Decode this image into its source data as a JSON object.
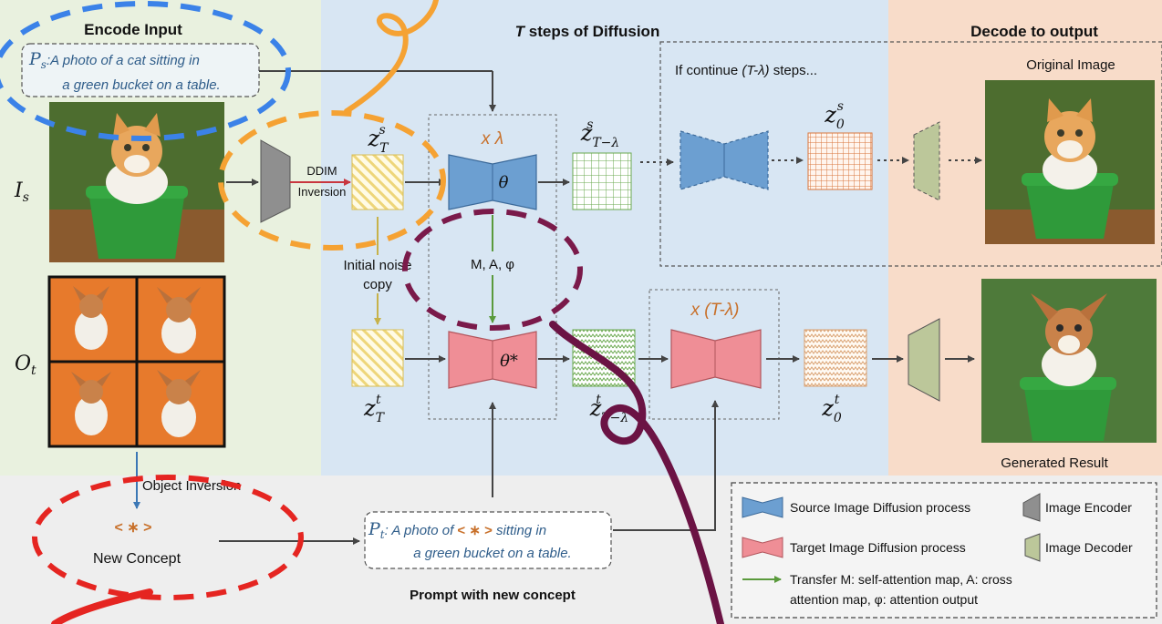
{
  "sections": {
    "encode": "Encode Input",
    "diffusion_T": "T",
    "diffusion_rest": " steps of Diffusion",
    "decode": "Decode to output",
    "prompt_section": "Prompt with new concept"
  },
  "source_prompt": {
    "symbol": "P",
    "sub": "s",
    "line1": ":A photo of a cat sitting in",
    "line2": "a green bucket on a table."
  },
  "target_prompt": {
    "symbol": "P",
    "sub": "t",
    "line1a": ": A photo of ",
    "token": "< ∗ >",
    "line1b": " sitting in",
    "line2": "a green bucket on a table."
  },
  "input_labels": {
    "source_symbol": "I",
    "source_sub": "s",
    "object_symbol": "O",
    "object_sub": "t"
  },
  "ddim": {
    "line1": "DDIM",
    "line2": "Inversion"
  },
  "noise_copy": {
    "line1": "Initial noise",
    "line2": "copy"
  },
  "transfer_label": "M, A, φ",
  "multipliers": {
    "lambda": "x λ",
    "rest": "x (T-λ)"
  },
  "thetas": {
    "source": "θ",
    "target": "θ*"
  },
  "latents": {
    "zTs": {
      "base": "z",
      "sub": "T",
      "sup": "s"
    },
    "zTt": {
      "base": "z",
      "sub": "T",
      "sup": "t"
    },
    "zTls": {
      "base": "z",
      "sub": "T−λ",
      "sup": "s"
    },
    "zTlt": {
      "base": "z",
      "sub": "T−λ",
      "sup": "t"
    },
    "z0s": {
      "base": "z",
      "sub": "0",
      "sup": "s"
    },
    "z0t": {
      "base": "z",
      "sub": "0",
      "sup": "t"
    }
  },
  "continue_label": {
    "pre": "If continue ",
    "mid": "(T-λ)",
    "post": " steps..."
  },
  "outputs": {
    "original": "Original Image",
    "generated": "Generated Result"
  },
  "object_inversion": "Object Inversion",
  "new_concept": {
    "token": "< ∗ >",
    "label": "New Concept"
  },
  "legend": {
    "source_process": "Source Image Diffusion process",
    "target_process": "Target Image Diffusion process",
    "encoder": "Image Encoder",
    "decoder": "Image Decoder",
    "transfer_line1": "Transfer M: self-attention map, A: cross",
    "transfer_line2": "attention map, φ: attention output"
  },
  "colors": {
    "encode_bg": "#e9f1df",
    "diffusion_bg": "#d8e6f3",
    "decode_bg": "#f8dcc9",
    "prompt_bg": "#eeeeee",
    "source_block": "#6c9fd1",
    "target_block": "#ef8e96",
    "encoder": "#8f8f8f",
    "decoder": "#bcc79a",
    "transfer_arrow": "#5a9a3c",
    "ddim_arrow": "#c8363f",
    "noise_arrow": "#c7b24a",
    "orange_text": "#c8702a",
    "prompt_text": "#2f5d8a"
  }
}
